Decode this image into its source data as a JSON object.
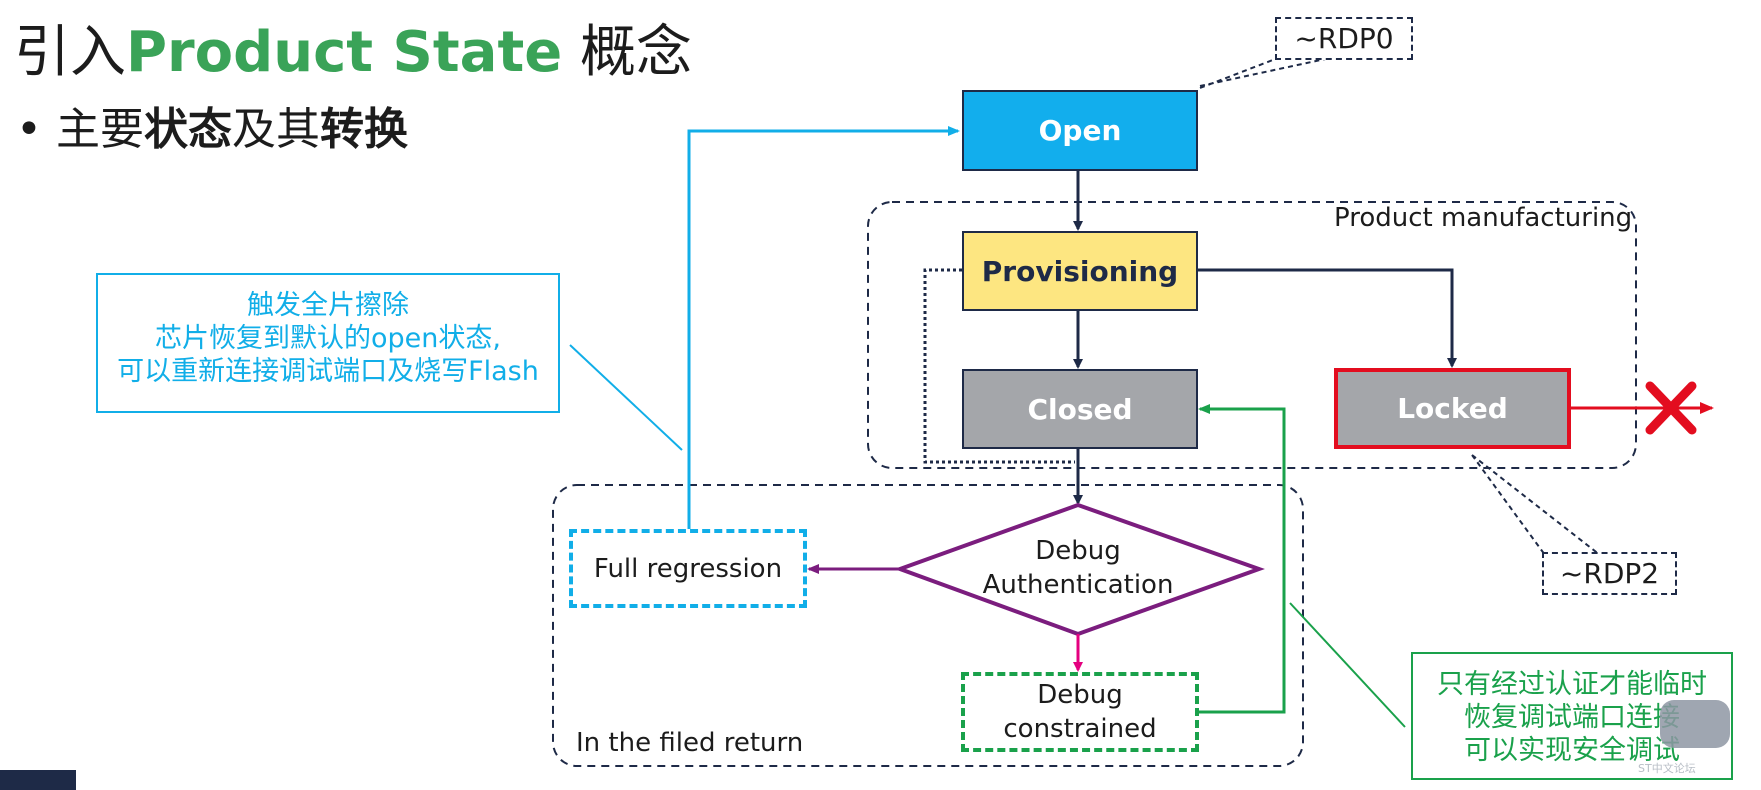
{
  "title": {
    "prefix": "引入",
    "highlight": "Product State",
    "suffix": " 概念"
  },
  "bullet": {
    "marker": "•",
    "t1": " 主要",
    "t2": "状态",
    "t3": "及其",
    "t4": "转换"
  },
  "states": {
    "open": "Open",
    "provisioning": "Provisioning",
    "closed": "Closed",
    "locked": "Locked",
    "full_regression": "Full regression",
    "debug_auth_l1": "Debug",
    "debug_auth_l2": "Authentication",
    "debug_constrained_l1": "Debug",
    "debug_constrained_l2": "constrained"
  },
  "regions": {
    "manufacturing": "Product manufacturing",
    "field_return": "In the filed return"
  },
  "rdp": {
    "rdp0": "~RDP0",
    "rdp2": "~RDP2"
  },
  "notes": {
    "blue": [
      "触发全片擦除",
      "芯片恢复到默认的open状态,",
      "可以重新连接调试端口及烧写Flash"
    ],
    "green": [
      "只有经过认证才能临时",
      "恢复调试端口连接",
      "可以实现安全调试"
    ]
  },
  "watermark": "ST中文论坛",
  "colors": {
    "open": "#12aeed",
    "provisioning": "#fde681",
    "closed": "#a4a6aa",
    "locked_border": "#e30d1f",
    "navy": "#1e2a47",
    "blue": "#11aee8",
    "green": "#1aa14b",
    "purple": "#7b1d7e",
    "magenta": "#e4007f",
    "title_green": "#3aa358"
  },
  "icons": {
    "locked_exit": "red-x-icon"
  }
}
